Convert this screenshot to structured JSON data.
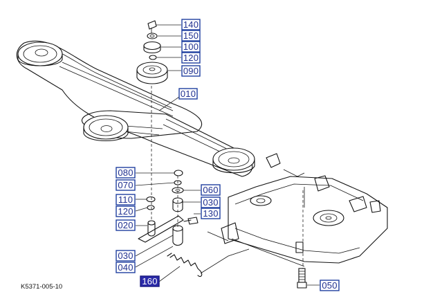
{
  "figure_code": "K5371-005-10",
  "callouts": {
    "c140": "140",
    "c150": "150",
    "c100": "100",
    "c120_top": "120",
    "c090": "090",
    "c010": "010",
    "c080": "080",
    "c070": "070",
    "c060": "060",
    "c110": "110",
    "c030_right": "030",
    "c120_left": "120",
    "c130": "130",
    "c020": "020",
    "c030_left": "030",
    "c040": "040",
    "c160": "160",
    "c050": "050"
  },
  "colors": {
    "callout_border": "#1f3f9f",
    "callout_text": "#1f2f8f",
    "highlight_fill": "#2a2aa8",
    "line": "#111111"
  },
  "highlighted_callout": "160"
}
